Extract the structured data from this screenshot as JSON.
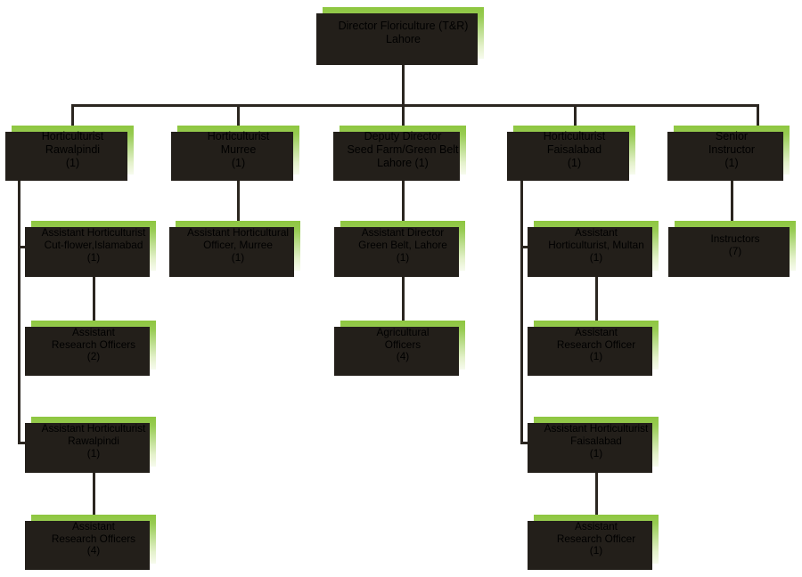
{
  "chart": {
    "title": "Organizational Chart - Directorate of Floriculture (T&R) Lahore",
    "type": "org-chart",
    "colors": {
      "node_gradient_top": "#8dc63f",
      "node_gradient_bottom": "#f7fbee",
      "shadow": "#231f1a",
      "connector": "#2b2620",
      "text": "#000000",
      "background": "#ffffff"
    },
    "nodes": {
      "director": {
        "label": "Director Floriculture (T&R)\nLahore",
        "title": "Director Floriculture (T&R)",
        "location": "Lahore",
        "count": null,
        "level": 0
      },
      "hort_rawalpindi": {
        "label": "Horticulturist\nRawalpindi\n(1)",
        "title": "Horticulturist",
        "location": "Rawalpindi",
        "count": 1,
        "level": 1
      },
      "hort_murree": {
        "label": "Horticulturist\nMurree\n(1)",
        "title": "Horticulturist",
        "location": "Murree",
        "count": 1,
        "level": 1
      },
      "deputy_director": {
        "label": "Deputy Director\nSeed Farm/Green Belt\nLahore (1)",
        "title": "Deputy Director Seed Farm/Green Belt",
        "location": "Lahore",
        "count": 1,
        "level": 1
      },
      "hort_faisalabad": {
        "label": "Horticulturist\nFaisalabad\n(1)",
        "title": "Horticulturist",
        "location": "Faisalabad",
        "count": 1,
        "level": 1
      },
      "senior_instructor": {
        "label": "Senior\nInstructor\n(1)",
        "title": "Senior Instructor",
        "location": "",
        "count": 1,
        "level": 1
      },
      "ah_cutflower_islamabad": {
        "label": "Assistant Horticulturist\nCut-flower,Islamabad\n(1)",
        "title": "Assistant Horticulturist Cut-flower",
        "location": "Islamabad",
        "count": 1,
        "level": 2
      },
      "aho_murree": {
        "label": "Assistant Horticultural\nOfficer, Murree\n(1)",
        "title": "Assistant Horticultural Officer",
        "location": "Murree",
        "count": 1,
        "level": 2
      },
      "ad_greenbelt_lahore": {
        "label": "Assistant Director\nGreen Belt, Lahore\n(1)",
        "title": "Assistant Director Green Belt",
        "location": "Lahore",
        "count": 1,
        "level": 2
      },
      "ah_multan": {
        "label": "Assistant\nHorticulturist, Multan\n(1)",
        "title": "Assistant Horticulturist",
        "location": "Multan",
        "count": 1,
        "level": 2
      },
      "instructors": {
        "label": "Instructors\n(7)",
        "title": "Instructors",
        "location": "",
        "count": 7,
        "level": 2
      },
      "aro_islamabad": {
        "label": "Assistant\nResearch Officers\n(2)",
        "title": "Assistant Research Officers",
        "location": "",
        "count": 2,
        "level": 3
      },
      "agricultural_officers": {
        "label": "Agricultural\nOfficers\n(4)",
        "title": "Agricultural Officers",
        "location": "",
        "count": 4,
        "level": 3
      },
      "aro_multan": {
        "label": "Assistant\nResearch Officer\n(1)",
        "title": "Assistant Research Officer",
        "location": "",
        "count": 1,
        "level": 3
      },
      "ah_rawalpindi": {
        "label": "Assistant Horticulturist\nRawalpindi\n(1)",
        "title": "Assistant Horticulturist",
        "location": "Rawalpindi",
        "count": 1,
        "level": 2
      },
      "ah_faisalabad": {
        "label": "Assistant Horticulturist\nFaisalabad\n(1)",
        "title": "Assistant Horticulturist",
        "location": "Faisalabad",
        "count": 1,
        "level": 2
      },
      "aro_rawalpindi": {
        "label": "Assistant\nResearch Officers\n(4)",
        "title": "Assistant Research Officers",
        "location": "",
        "count": 4,
        "level": 3
      },
      "aro_faisalabad": {
        "label": "Assistant\nResearch Officer\n(1)",
        "title": "Assistant Research Officer",
        "location": "",
        "count": 1,
        "level": 3
      }
    }
  }
}
